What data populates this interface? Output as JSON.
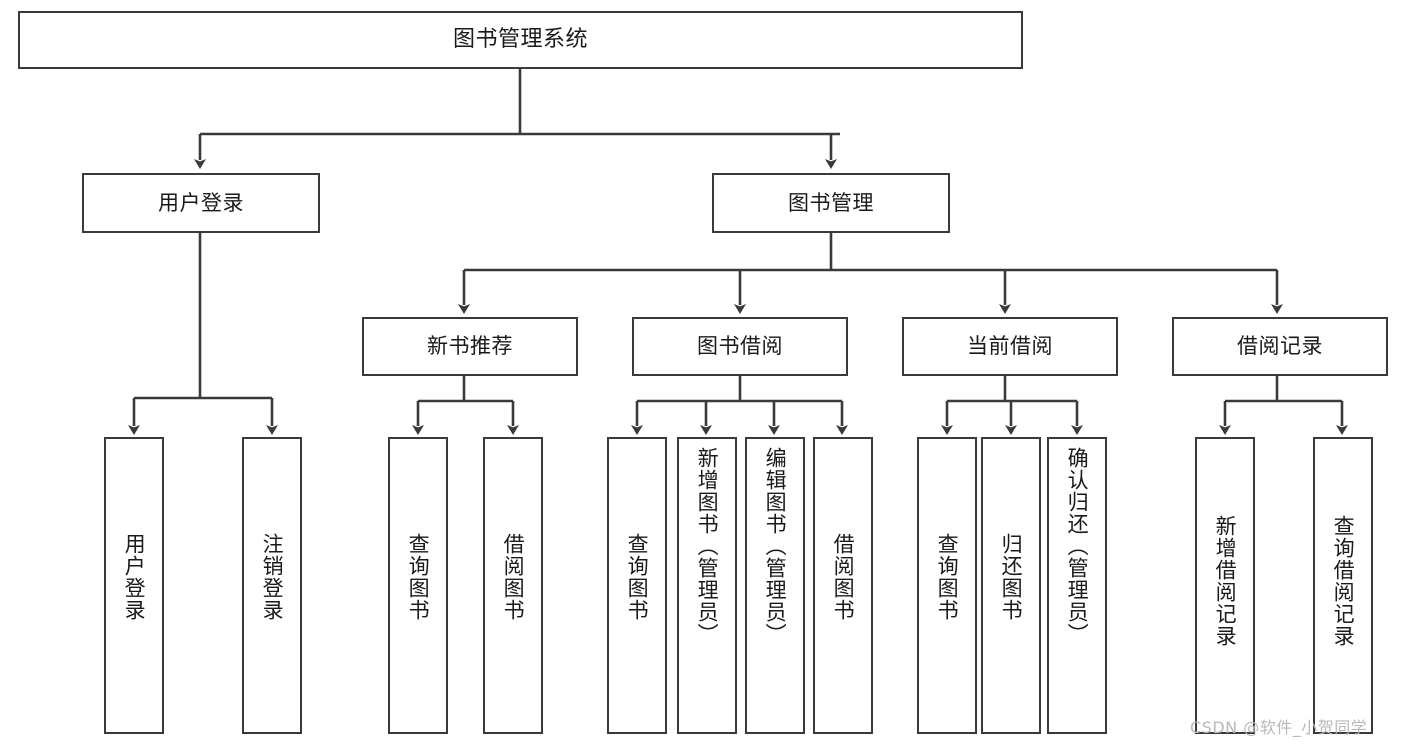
{
  "diagram": {
    "title": "图书管理系统",
    "type": "tree",
    "root": {
      "id": "root",
      "label": "图书管理系统"
    },
    "level2": [
      {
        "id": "user-login",
        "label": "用户登录"
      },
      {
        "id": "book-manage",
        "label": "图书管理"
      }
    ],
    "level3": [
      {
        "id": "new-book-rec",
        "label": "新书推荐",
        "parent": "book-manage"
      },
      {
        "id": "book-borrow",
        "label": "图书借阅",
        "parent": "book-manage"
      },
      {
        "id": "current-borrow",
        "label": "当前借阅",
        "parent": "book-manage"
      },
      {
        "id": "borrow-record",
        "label": "借阅记录",
        "parent": "book-manage"
      }
    ],
    "leaves": [
      {
        "id": "leaf-user-login",
        "label": "用户登录",
        "parent": "user-login"
      },
      {
        "id": "leaf-user-logout",
        "label": "注销登录",
        "parent": "user-login"
      },
      {
        "id": "leaf-rec-query",
        "label": "查询图书",
        "parent": "new-book-rec"
      },
      {
        "id": "leaf-rec-borrow",
        "label": "借阅图书",
        "parent": "new-book-rec"
      },
      {
        "id": "leaf-borrow-query",
        "label": "查询图书",
        "parent": "book-borrow"
      },
      {
        "id": "leaf-borrow-add",
        "label": "新增图书（管理员）",
        "parent": "book-borrow"
      },
      {
        "id": "leaf-borrow-edit",
        "label": "编辑图书（管理员）",
        "parent": "book-borrow"
      },
      {
        "id": "leaf-borrow-do",
        "label": "借阅图书",
        "parent": "book-borrow"
      },
      {
        "id": "leaf-cur-query",
        "label": "查询图书",
        "parent": "current-borrow"
      },
      {
        "id": "leaf-cur-return",
        "label": "归还图书",
        "parent": "current-borrow"
      },
      {
        "id": "leaf-cur-confirm",
        "label": "确认归还（管理员）",
        "parent": "current-borrow"
      },
      {
        "id": "leaf-rec-add",
        "label": "新增借阅记录",
        "parent": "borrow-record"
      },
      {
        "id": "leaf-rec-search",
        "label": "查询借阅记录",
        "parent": "borrow-record"
      }
    ]
  },
  "watermark": {
    "text": "CSDN @软件_小贺同学"
  },
  "colors": {
    "stroke": "#3a3a3a",
    "background": "#ffffff",
    "text": "#1a1a1a",
    "watermark": "#b9b9b9"
  }
}
